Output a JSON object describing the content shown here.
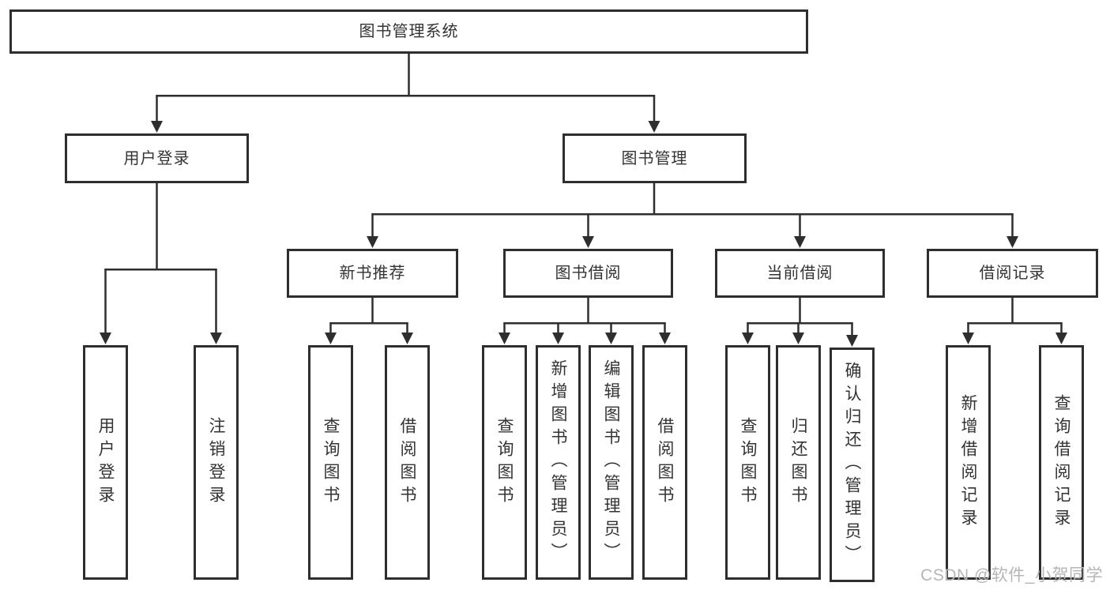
{
  "colors": {
    "line": "#2e2e2e",
    "box_border": "#2e2e2e",
    "text": "#333333",
    "background": "#ffffff",
    "watermark": "#b6b6b6"
  },
  "watermark": "CSDN @软件_小贺同学",
  "tree": {
    "root": "图书管理系统",
    "user_login": {
      "label": "用户登录",
      "children": [
        "用户登录",
        "注销登录"
      ]
    },
    "book_management": {
      "label": "图书管理",
      "sections": [
        {
          "label": "新书推荐",
          "children": [
            "查询图书",
            "借阅图书"
          ]
        },
        {
          "label": "图书借阅",
          "children": [
            "查询图书",
            "新增图书（管理员）",
            "编辑图书（管理员）",
            "借阅图书"
          ]
        },
        {
          "label": "当前借阅",
          "children": [
            "查询图书",
            "归还图书",
            "确认归还（管理员）"
          ]
        },
        {
          "label": "借阅记录",
          "children": [
            "新增借阅记录",
            "查询借阅记录"
          ]
        }
      ]
    }
  }
}
